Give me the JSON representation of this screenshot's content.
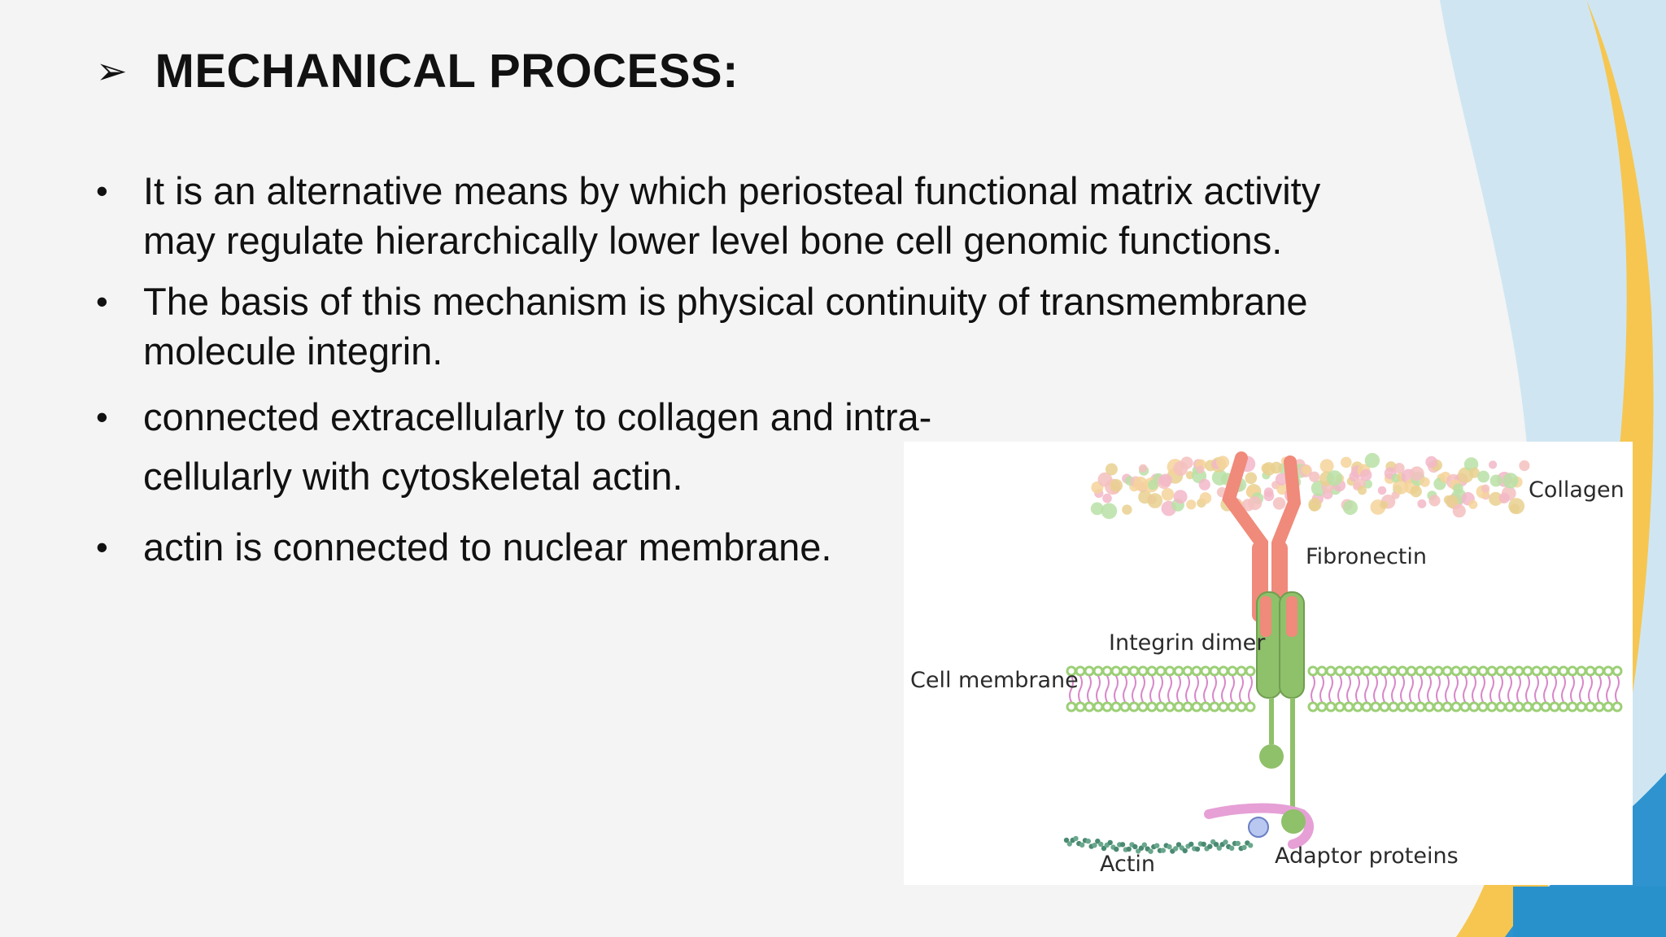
{
  "slide": {
    "title_marker": "➢",
    "title": "MECHANICAL PROCESS:",
    "bullet_marker": "•",
    "bullets": [
      {
        "lines": [
          " It is an alternative means by which periosteal functional matrix activity",
          "may regulate hierarchically lower level bone cell genomic functions."
        ]
      },
      {
        "lines": [
          " The basis of this mechanism is physical continuity of transmembrane",
          "molecule integrin."
        ]
      },
      {
        "lines": [
          "connected extracellularly to collagen and intra-",
          "cellularly with cytoskeletal actin."
        ]
      },
      {
        "lines": [
          "actin is connected to nuclear membrane."
        ]
      }
    ]
  },
  "figure": {
    "labels": {
      "collagen": "Collagen",
      "fibronectin": "Fibronectin",
      "integrin": "Integrin dimer",
      "cell_membrane": "Cell membrane",
      "actin": "Actin",
      "adaptor": "Adaptor proteins"
    },
    "colors": {
      "fibronectin": "#f08a7a",
      "integrin": "#8fc06a",
      "membrane": "#9ccf76",
      "membrane_tail": "#d889c9",
      "adaptor": "#e6a0d6",
      "actin": "#6aa88e",
      "collagen_mix": [
        "#f2b7c8",
        "#f4d49a",
        "#b9e0a6",
        "#f5c0c0",
        "#e9d08f"
      ]
    }
  },
  "theme": {
    "background": "#f4f4f4",
    "accent_blue": "#2f95d0",
    "accent_yellow": "#f5c34a",
    "accent_light_blue": "#bfe0f0"
  }
}
